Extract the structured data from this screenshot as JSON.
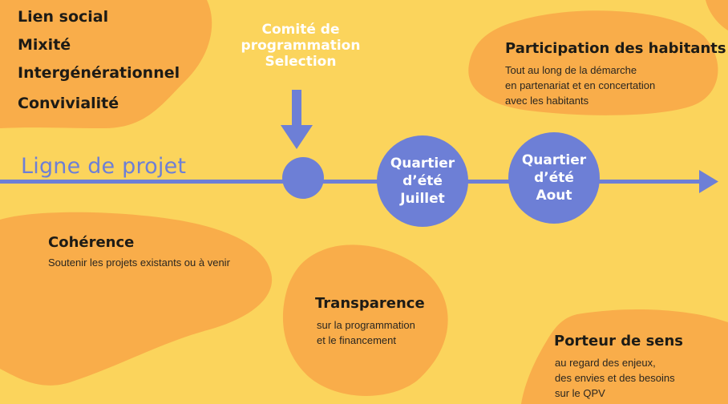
{
  "colors": {
    "background": "#fbd45c",
    "blob": "#f9ad4a",
    "timeline": "#6d7fd6"
  },
  "values_block": {
    "items": [
      "Lien social",
      "Mixité",
      "Intergénérationnel",
      "Convivialité"
    ]
  },
  "comite": {
    "line1": "Comité de",
    "line2": "programmation",
    "line3": "Selection"
  },
  "participation": {
    "title": "Participation des habitants",
    "lines": [
      "Tout au long de la démarche",
      "en partenariat et en concertation",
      "avec les habitants"
    ]
  },
  "timeline": {
    "label": "Ligne de projet",
    "juillet": [
      "Quartier",
      "d’été",
      "Juillet"
    ],
    "aout": [
      "Quartier",
      "d’été",
      "Aout"
    ]
  },
  "coherence": {
    "title": "Cohérence",
    "lines": [
      "Soutenir les projets existants ou à venir"
    ]
  },
  "transparence": {
    "title": "Transparence",
    "lines": [
      "sur la programmation",
      "et le financement"
    ]
  },
  "porteur": {
    "title": "Porteur de sens",
    "lines": [
      "au regard des enjeux,",
      "des envies et des besoins",
      "sur le QPV"
    ]
  }
}
